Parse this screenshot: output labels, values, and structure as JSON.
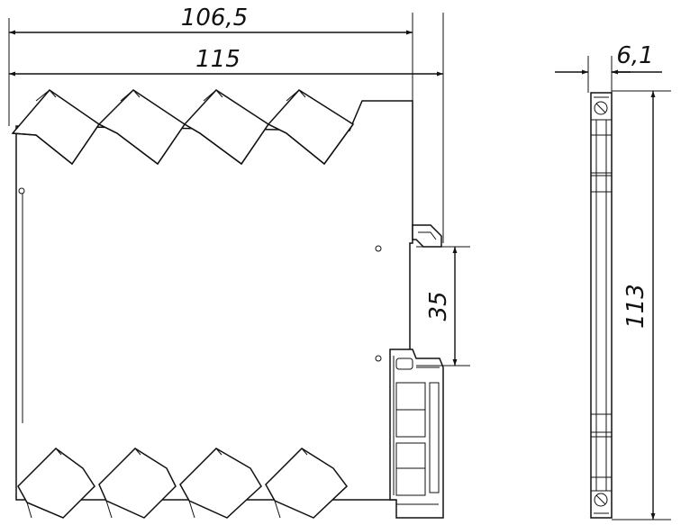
{
  "drawing": {
    "front_view": {
      "dim_inner_width": "106,5",
      "dim_outer_width": "115",
      "dim_rail_height": "35"
    },
    "side_view": {
      "dim_depth": "6,1",
      "dim_height": "113"
    }
  }
}
